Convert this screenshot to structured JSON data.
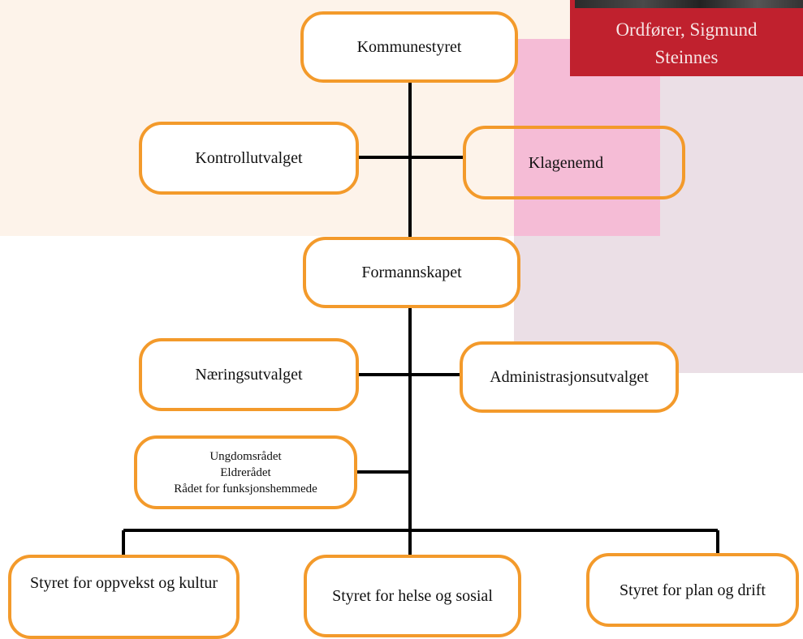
{
  "caption": {
    "text": "Ordfører, Sigmund Steinnes",
    "line1": "Ordfører, Sigmund",
    "line2": "Steinnes"
  },
  "nodes": {
    "kommunestyret": "Kommunestyret",
    "kontrollutvalget": "Kontrollutvalget",
    "klagenemd": "Klagenemd",
    "formannskapet": "Formannskapet",
    "naeringsutvalget": "Næringsutvalget",
    "administrasjonsutvalget": "Administrasjonsutvalget",
    "raad": [
      "Ungdomsrådet",
      "Eldrerådet",
      "Rådet for funksjonshemmede"
    ],
    "oppvekst": "Styret for oppvekst og kultur",
    "helse": "Styret for helse og sosial",
    "plan": "Styret for plan og drift"
  },
  "colors": {
    "node_border": "#f39a2b",
    "connector": "#000000",
    "caption_bg": "#c0212e",
    "background_peach": "#fdf3ea",
    "background_pink": "#f5bcd6",
    "background_mauve": "#ebdfe6"
  }
}
